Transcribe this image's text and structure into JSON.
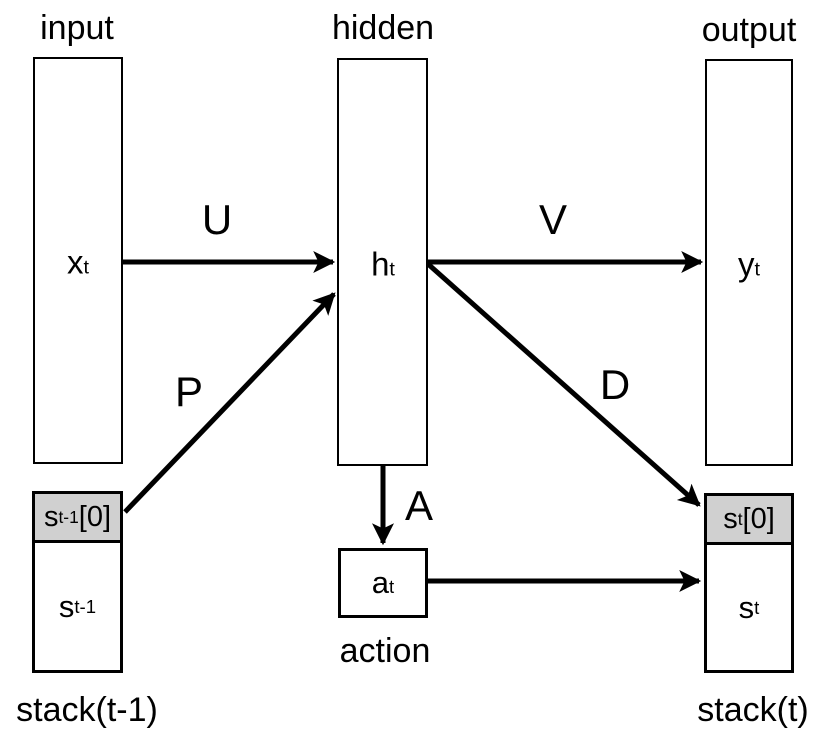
{
  "diagram": {
    "titles": {
      "input": "input",
      "hidden": "hidden",
      "output": "output"
    },
    "nodes": {
      "x": {
        "base": "x",
        "sub": "t"
      },
      "h": {
        "base": "h",
        "sub": "t"
      },
      "y": {
        "base": "y",
        "sub": "t"
      },
      "a": {
        "base": "a",
        "sub": "t"
      }
    },
    "stacks": {
      "left": {
        "top_base": "s",
        "top_sub": "t-1",
        "top_suffix": "[0]",
        "body_base": "s",
        "body_sub": "t-1",
        "caption": "stack(t-1)"
      },
      "right": {
        "top_base": "s",
        "top_sub": "t",
        "top_suffix": "[0]",
        "body_base": "s",
        "body_sub": "t",
        "caption": "stack(t)"
      }
    },
    "action_caption": "action",
    "edges": [
      {
        "id": "U",
        "label": "U",
        "from": "x_t",
        "to": "h_t"
      },
      {
        "id": "V",
        "label": "V",
        "from": "h_t",
        "to": "y_t"
      },
      {
        "id": "P",
        "label": "P",
        "from": "s_t-1[0]",
        "to": "h_t"
      },
      {
        "id": "D",
        "label": "D",
        "from": "h_t",
        "to": "s_t[0]"
      },
      {
        "id": "A",
        "label": "A",
        "from": "h_t",
        "to": "a_t"
      },
      {
        "id": "push",
        "label": "",
        "from": "a_t",
        "to": "s_t"
      }
    ],
    "colors": {
      "background": "#ffffff",
      "line": "#000000",
      "stack_top_fill": "#d0d0d0"
    }
  }
}
